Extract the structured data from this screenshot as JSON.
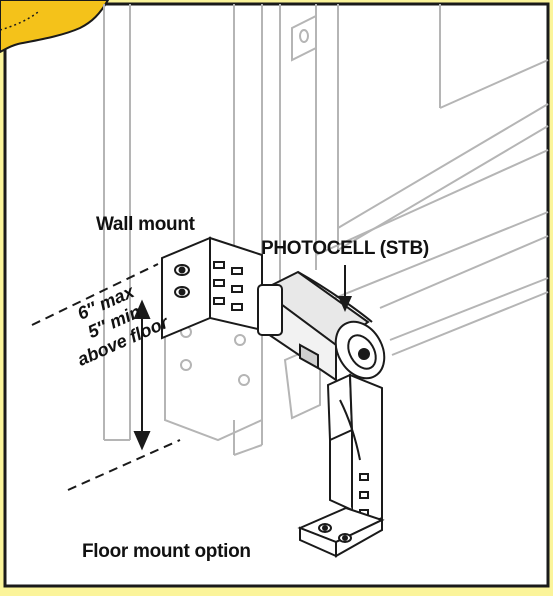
{
  "labels": {
    "wall_mount": "Wall mount",
    "photocell": "PHOTOCELL (STB)",
    "floor_mount": "Floor mount option",
    "height_max": "6″ max",
    "height_min": "5″ min",
    "height_ref": "above floor"
  },
  "colors": {
    "background": "#fbf49a",
    "panel": "#ffffff",
    "border": "#1a1a1a",
    "ghost_lines": "#b5b5b5",
    "tab": "#f4c21a"
  }
}
